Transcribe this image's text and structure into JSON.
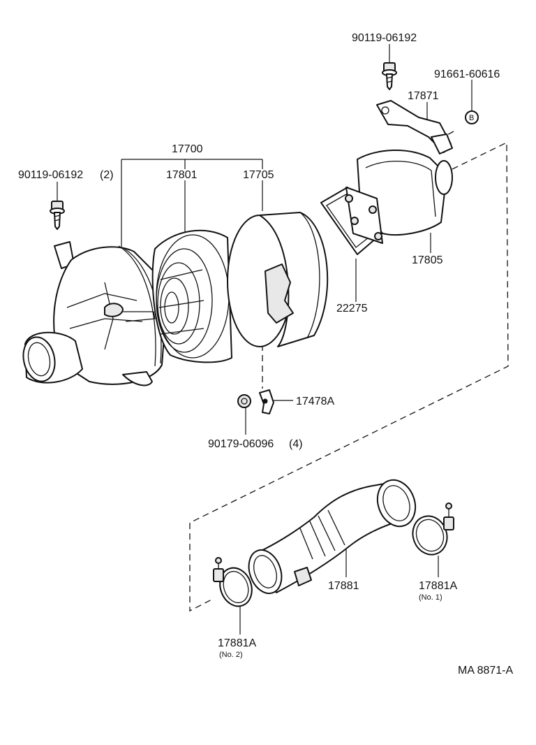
{
  "labels": {
    "p90119_top": "90119-06192",
    "p91661": "91661-60616",
    "p17871": "17871",
    "b_mark": "B",
    "p17700": "17700",
    "p90119_left": "90119-06192",
    "qty_2": "(2)",
    "p17801": "17801",
    "p17705": "17705",
    "p17805": "17805",
    "p22275": "22275",
    "p17478A": "17478A",
    "p90179": "90179-06096",
    "qty_4": "(4)",
    "p17881": "17881",
    "p17881A_no1": "17881A",
    "no1": "(No. 1)",
    "p17881A_no2": "17881A",
    "no2": "(No. 2)",
    "drawing_id": "MA 8871-A"
  }
}
